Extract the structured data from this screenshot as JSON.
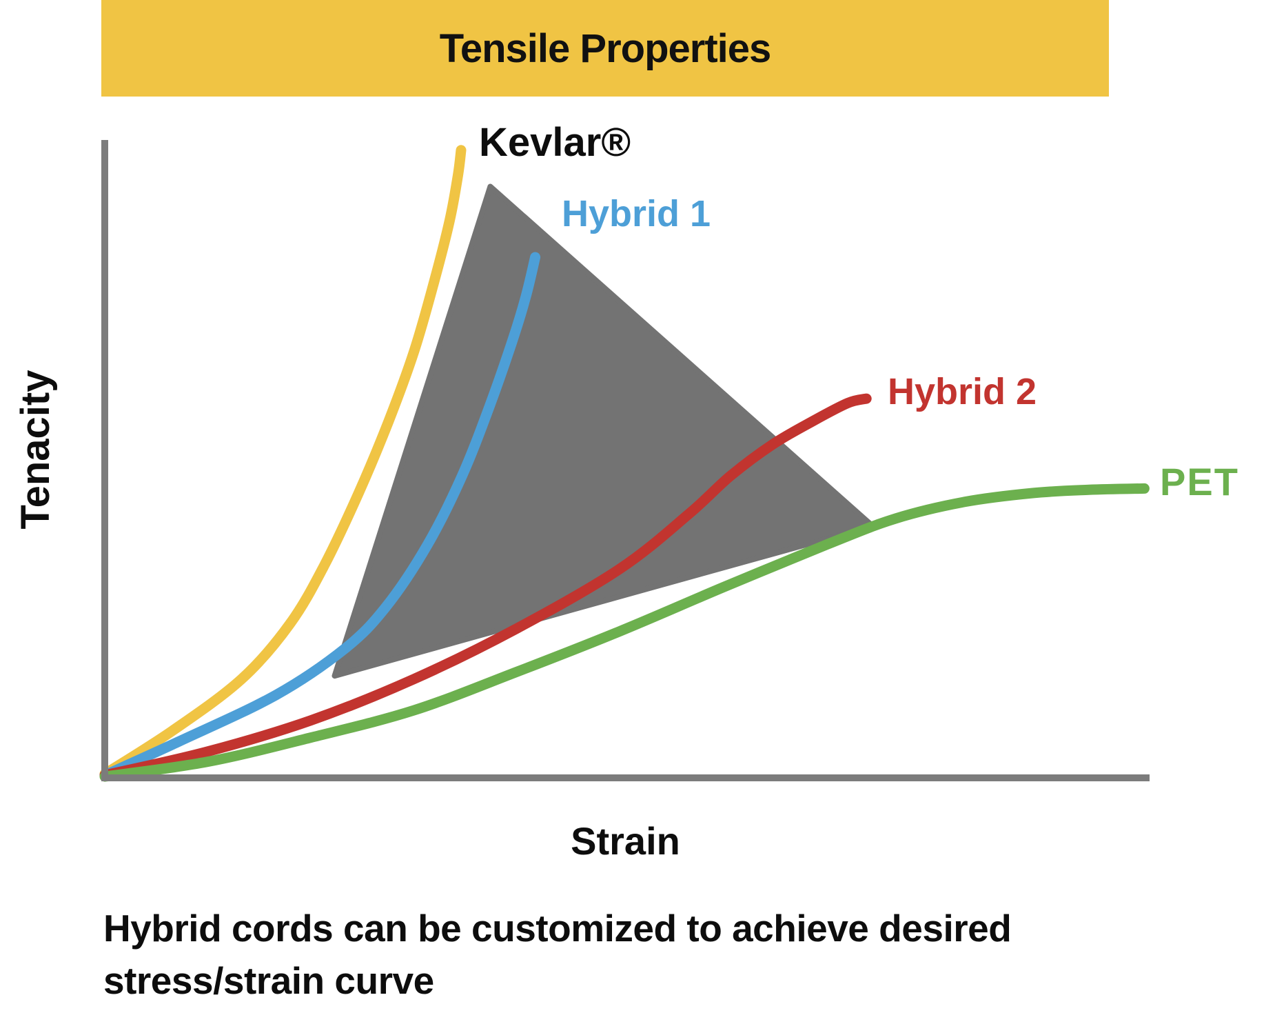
{
  "banner": {
    "title": "Tensile Properties",
    "bg_color": "#F0C444",
    "text_color": "#111111"
  },
  "caption": {
    "line1": "Hybrid cords can be customized to achieve desired",
    "line2": "stress/strain curve"
  },
  "chart_data": {
    "type": "line",
    "title": "Tensile Properties",
    "xlabel": "Strain",
    "ylabel": "Tenacity",
    "units": "relative scale 0-100 (no numeric ticks shown)",
    "grid": false,
    "legend": "inline-labels",
    "axis_color": "#7C7C7C",
    "xlim": [
      0,
      100
    ],
    "ylim": [
      0,
      100
    ],
    "series": [
      {
        "name": "Kevlar®",
        "color": "#F0C444",
        "points": [
          [
            0,
            0.5
          ],
          [
            6.5,
            7.3
          ],
          [
            13.1,
            15.4
          ],
          [
            17.7,
            24.0
          ],
          [
            21.0,
            33.2
          ],
          [
            24.3,
            44.6
          ],
          [
            27.2,
            56.0
          ],
          [
            29.6,
            66.8
          ],
          [
            31.5,
            77.6
          ],
          [
            33.0,
            87.3
          ],
          [
            33.8,
            94.4
          ],
          [
            34.1,
            98.4
          ]
        ]
      },
      {
        "name": "Hybrid 1",
        "color": "#4D9FD7",
        "points": [
          [
            0,
            0.3
          ],
          [
            7.1,
            5.6
          ],
          [
            16.4,
            12.9
          ],
          [
            23.0,
            20.2
          ],
          [
            26.9,
            26.7
          ],
          [
            30.9,
            36.5
          ],
          [
            34.2,
            47.3
          ],
          [
            36.8,
            58.1
          ],
          [
            39.0,
            68.4
          ],
          [
            40.3,
            75.4
          ],
          [
            41.2,
            81.6
          ]
        ]
      },
      {
        "name": "Hybrid 2",
        "color": "#C2342F",
        "points": [
          [
            0,
            0.3
          ],
          [
            9.8,
            4.0
          ],
          [
            19.7,
            8.9
          ],
          [
            29.6,
            15.4
          ],
          [
            39.4,
            23.3
          ],
          [
            49.3,
            32.7
          ],
          [
            55.9,
            41.3
          ],
          [
            59.9,
            47.3
          ],
          [
            63.9,
            52.2
          ],
          [
            67.8,
            55.9
          ],
          [
            71.1,
            58.7
          ],
          [
            72.9,
            59.4
          ]
        ]
      },
      {
        "name": "PET",
        "color": "#6CB04E",
        "points": [
          [
            0,
            0.1
          ],
          [
            9.8,
            2.4
          ],
          [
            19.7,
            6.2
          ],
          [
            29.6,
            10.5
          ],
          [
            39.4,
            16.5
          ],
          [
            49.3,
            22.9
          ],
          [
            59.2,
            29.8
          ],
          [
            69.1,
            36.5
          ],
          [
            75.7,
            40.6
          ],
          [
            82.3,
            43.2
          ],
          [
            88.9,
            44.6
          ],
          [
            94.2,
            45.1
          ],
          [
            99.5,
            45.3
          ]
        ]
      }
    ],
    "envelope": {
      "shape": "triangle",
      "description": "gray customization envelope between curves",
      "color": "#737373",
      "points": [
        [
          36.9,
          92.7
        ],
        [
          22.0,
          15.9
        ],
        [
          73.5,
          39.4
        ]
      ]
    }
  }
}
